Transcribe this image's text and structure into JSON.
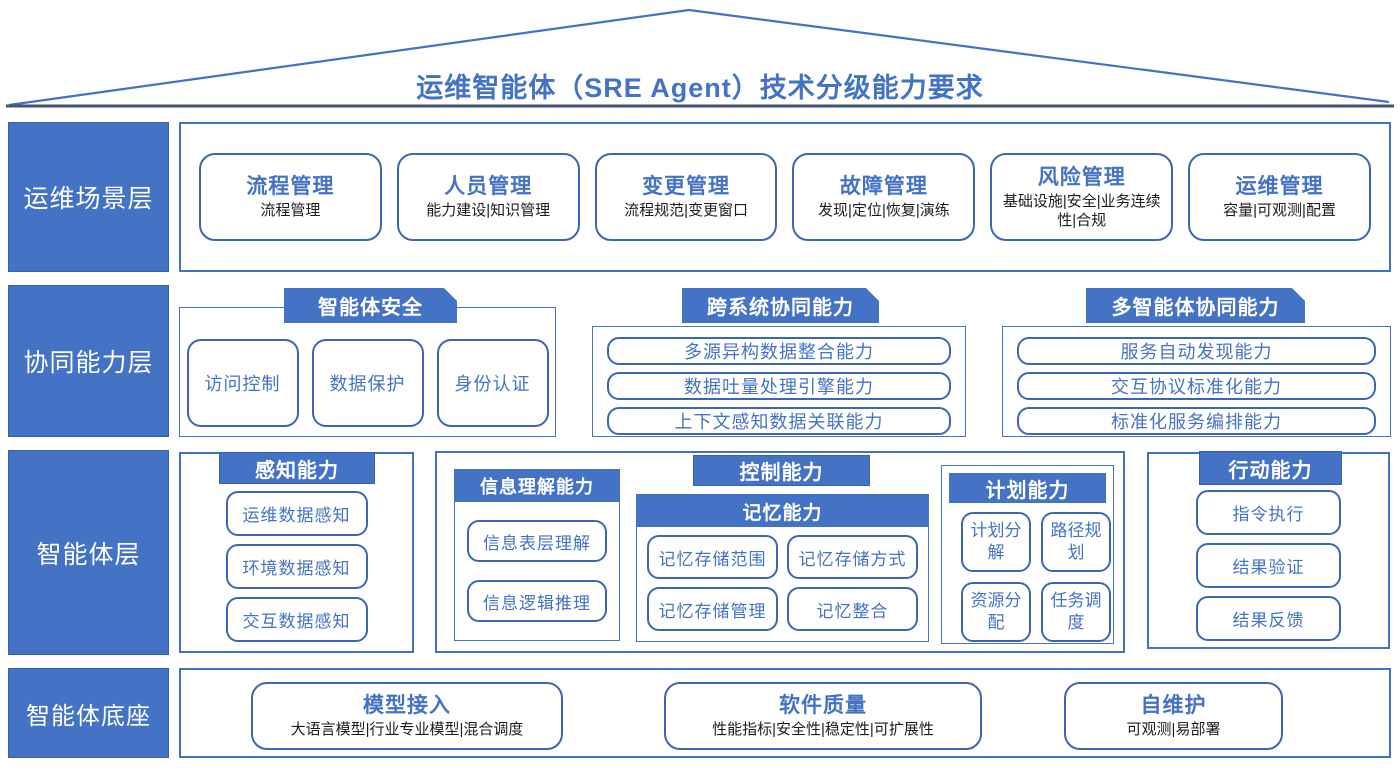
{
  "title": "运维智能体（SRE Agent）技术分级能力要求",
  "colors": {
    "accent": "#4472C4",
    "roof_base": "#44546A",
    "text_dark": "#1c1c1c"
  },
  "layers": {
    "scene": {
      "label": "运维场景层",
      "cards": [
        {
          "title": "流程管理",
          "subtitle": "流程管理"
        },
        {
          "title": "人员管理",
          "subtitle": "能力建设|知识管理"
        },
        {
          "title": "变更管理",
          "subtitle": "流程规范|变更窗口"
        },
        {
          "title": "故障管理",
          "subtitle": "发现|定位|恢复|演练"
        },
        {
          "title": "风险管理",
          "subtitle": "基础设施|安全|业务连续性|合规"
        },
        {
          "title": "运维管理",
          "subtitle": "容量|可观测|配置"
        }
      ]
    },
    "collab": {
      "label": "协同能力层",
      "groups": [
        {
          "header": "智能体安全",
          "items": [
            "访问控制",
            "数据保护",
            "身份认证"
          ]
        },
        {
          "header": "跨系统协同能力",
          "items": [
            "多源异构数据整合能力",
            "数据吐量处理引擎能力",
            "上下文感知数据关联能力"
          ]
        },
        {
          "header": "多智能体协同能力",
          "items": [
            "服务自动发现能力",
            "交互协议标准化能力",
            "标准化服务编排能力"
          ]
        }
      ]
    },
    "agent": {
      "label": "智能体层",
      "perception": {
        "header": "感知能力",
        "items": [
          "运维数据感知",
          "环境数据感知",
          "交互数据感知"
        ]
      },
      "understanding": {
        "header": "信息理解能力",
        "items": [
          "信息表层理解",
          "信息逻辑推理"
        ]
      },
      "control": {
        "header": "控制能力"
      },
      "memory": {
        "header": "记忆能力",
        "items": [
          "记忆存储范围",
          "记忆存储方式",
          "记忆存储管理",
          "记忆整合"
        ]
      },
      "planning": {
        "header": "计划能力",
        "items": [
          "计划分解",
          "路径规划",
          "资源分配",
          "任务调度"
        ]
      },
      "action": {
        "header": "行动能力",
        "items": [
          "指令执行",
          "结果验证",
          "结果反馈"
        ]
      }
    },
    "base": {
      "label": "智能体底座",
      "cards": [
        {
          "title": "模型接入",
          "subtitle": "大语言模型|行业专业模型|混合调度"
        },
        {
          "title": "软件质量",
          "subtitle": "性能指标|安全性|稳定性|可扩展性"
        },
        {
          "title": "自维护",
          "subtitle": "可观测|易部署"
        }
      ]
    }
  }
}
